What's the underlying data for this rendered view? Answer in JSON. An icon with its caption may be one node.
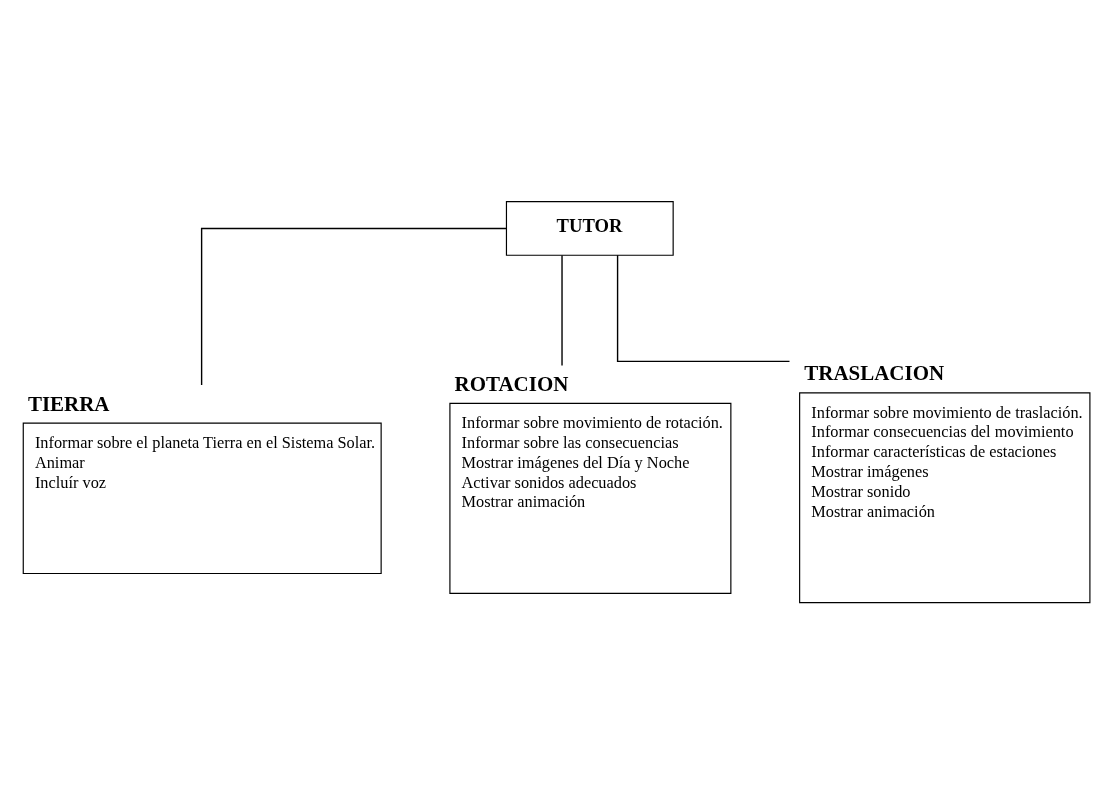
{
  "diagram": {
    "nodes": [
      {
        "text": [
          "TUTOR"
        ]
      },
      {
        "text": [
          "TIERRA",
          "Informar sobre el planeta Tierra en el Sistema Solar.",
          "Animar",
          "Incluír voz"
        ]
      },
      {
        "text": [
          "ROTACION",
          "Informar sobre movimiento de rotación.",
          "Informar sobre las consecuencias",
          "Mostrar imágenes del Día y Noche",
          "Activar sonidos adecuados",
          "Mostrar animación"
        ]
      },
      {
        "text": [
          "TRASLACION",
          "Informar sobre movimiento de traslación.",
          "Informar consecuencias del movimiento",
          "Informar características de estaciones",
          "Mostrar imágenes",
          "Mostrar sonido",
          "Mostrar animación"
        ]
      }
    ],
    "edges": [
      {
        "from": 0,
        "to": 1,
        "arrow": "none"
      },
      {
        "from": 0,
        "to": 2,
        "arrow": "none"
      },
      {
        "from": 0,
        "to": 3,
        "arrow": "none"
      }
    ]
  }
}
